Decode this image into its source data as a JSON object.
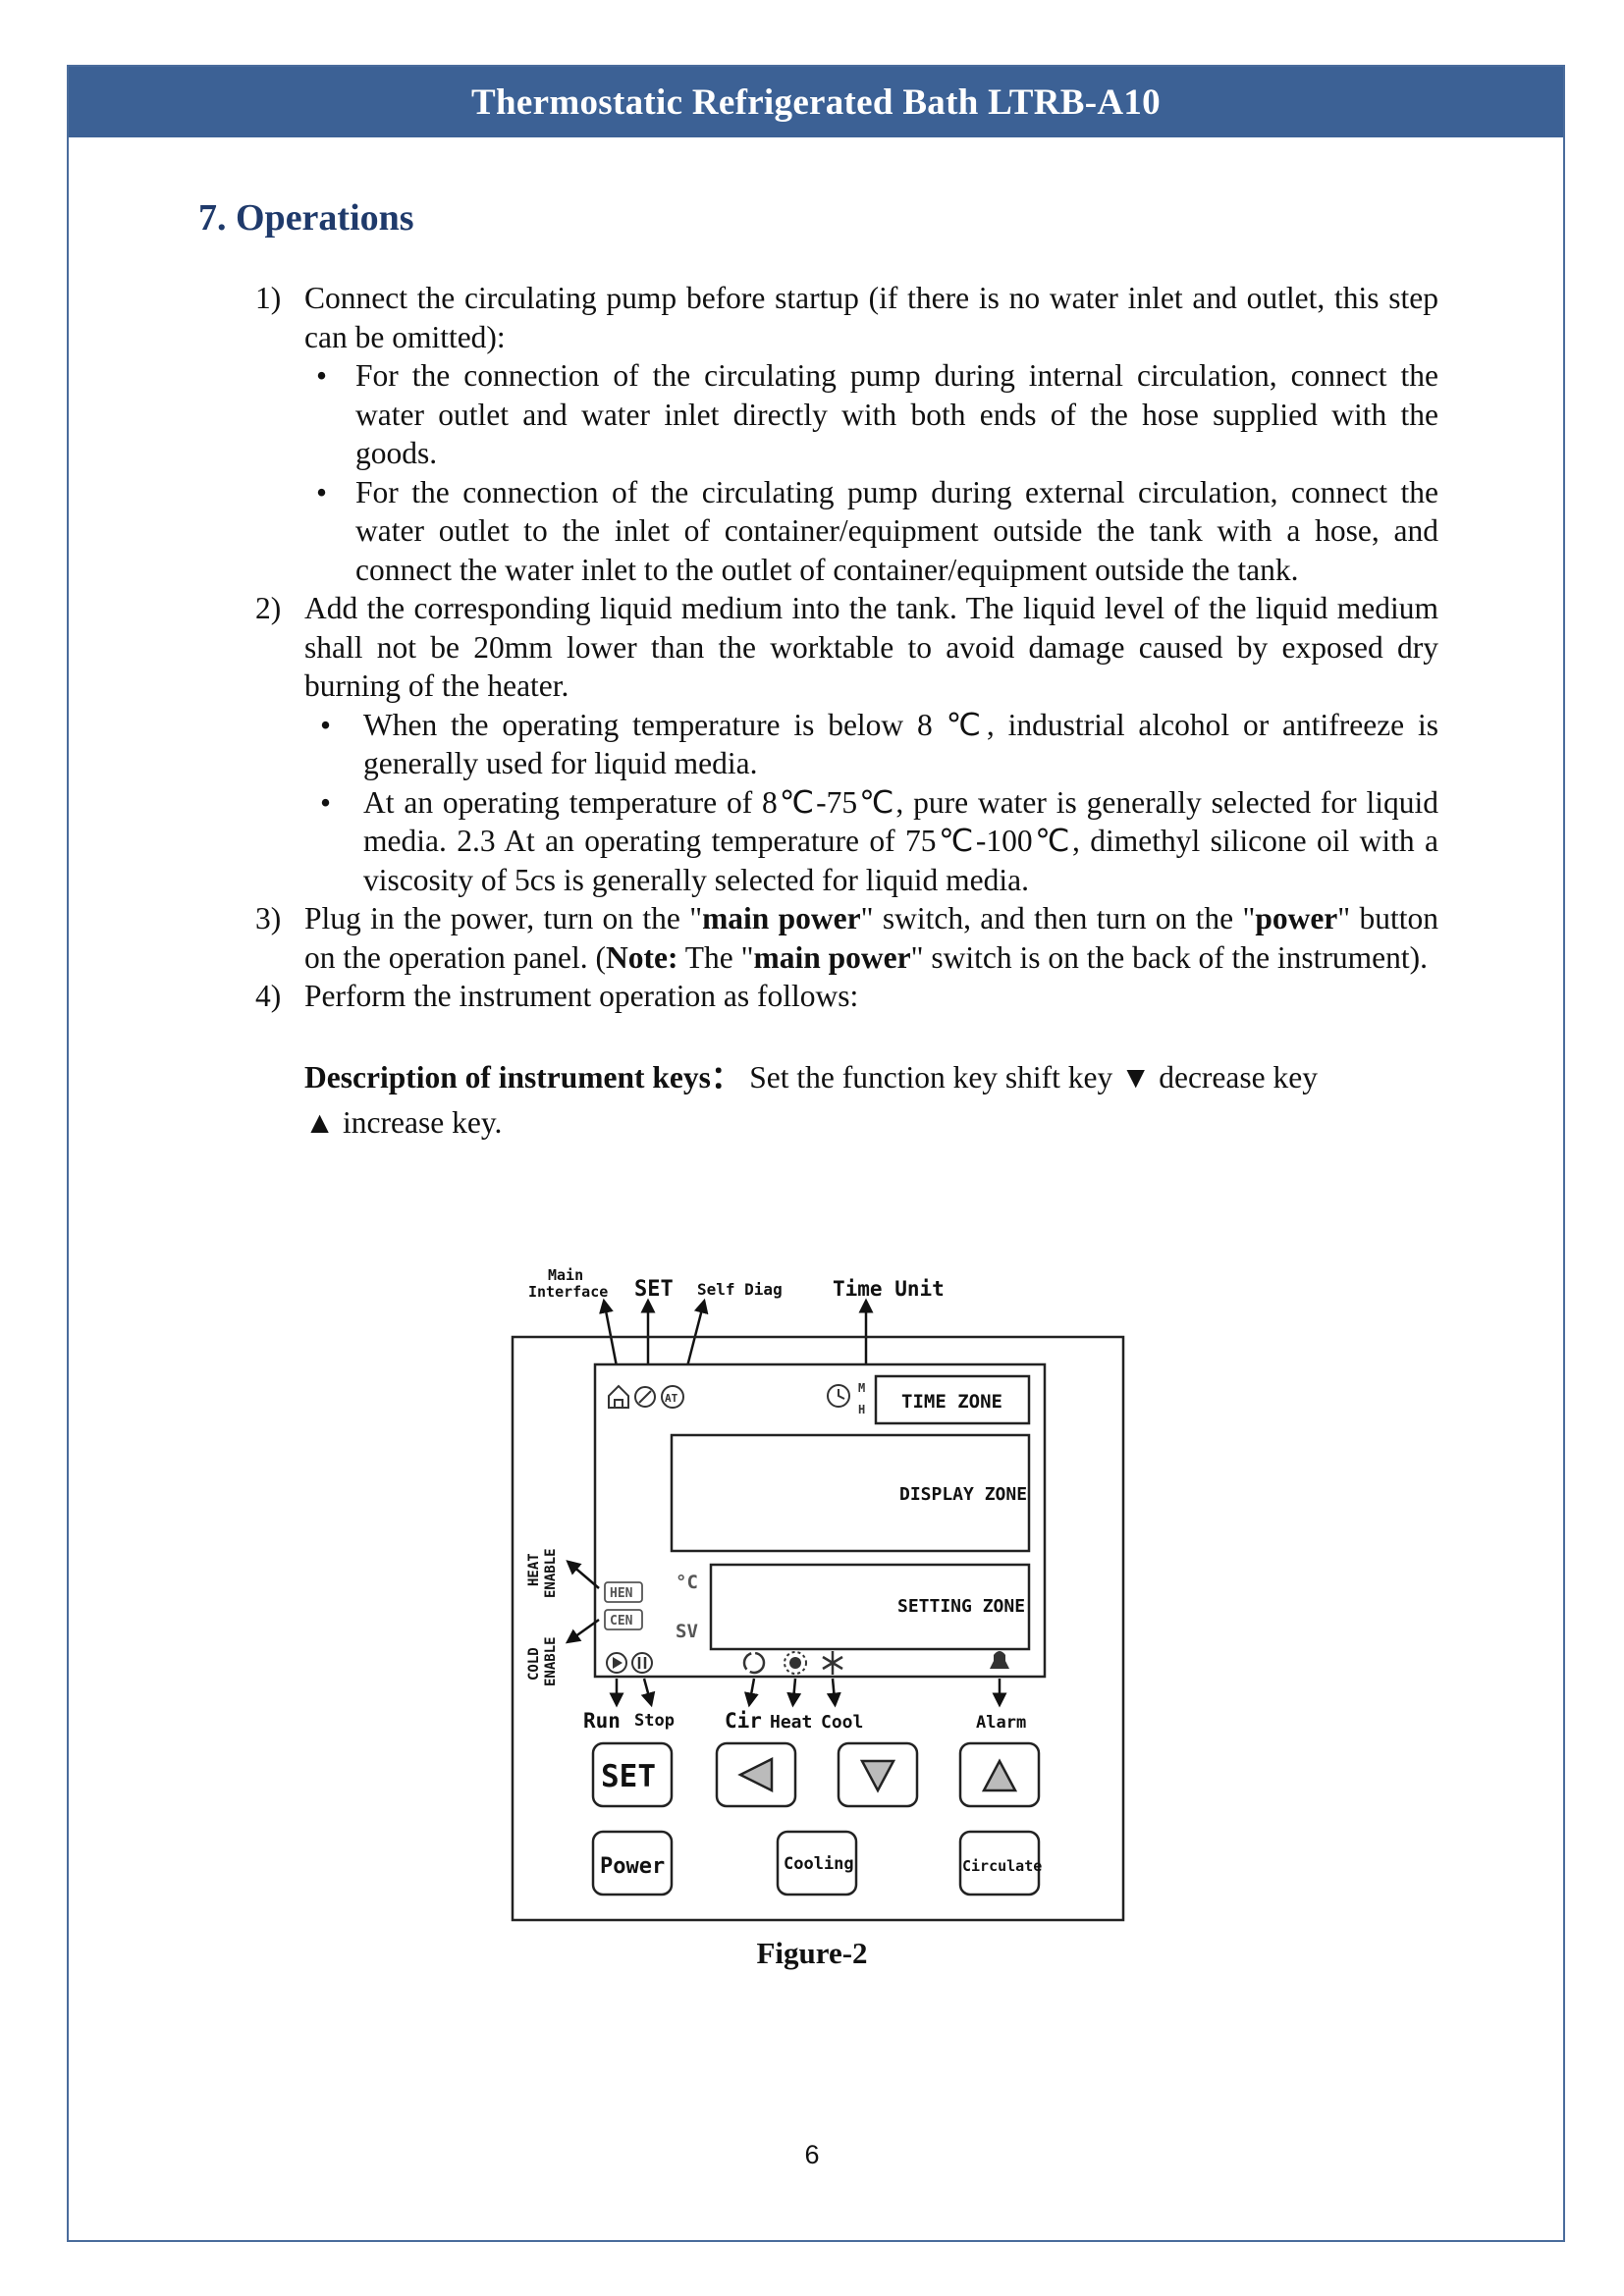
{
  "header": {
    "title": "Thermostatic Refrigerated Bath LTRB-A10"
  },
  "section": {
    "title": "7.  Operations"
  },
  "steps": [
    {
      "num": "1)",
      "text": "Connect the circulating pump before startup (if there is no water inlet and outlet, this step can be omitted):",
      "bullets": [
        "For the connection of the circulating pump during internal circulation, connect the water outlet and water inlet directly with both ends of the hose supplied with the goods.",
        "For the connection of the circulating pump during external circulation, connect the water outlet to the inlet of container/equipment outside the tank with a hose, and connect the water inlet to the outlet of container/equipment outside the tank."
      ]
    },
    {
      "num": "2)",
      "text": "Add the corresponding liquid medium into the tank. The liquid level of the liquid medium shall not be 20mm lower than the worktable to avoid damage caused by exposed dry burning of the heater.",
      "bullets": [
        "When the operating temperature is below 8 ℃, industrial alcohol or antifreeze is generally used for liquid media.",
        "At an operating temperature of 8℃-75℃, pure water is generally selected for liquid media. 2.3 At an operating temperature of 75℃-100℃, dimethyl silicone oil with a viscosity of 5cs is generally selected for liquid media."
      ]
    },
    {
      "num": "3)",
      "t1": "Plug in the power, turn on the \"",
      "b1": "main power",
      "t2": "\" switch, and then turn on the \"",
      "b2": "power",
      "t3": "\" button on the operation panel. (",
      "b3": "Note:",
      "t4": " The \"",
      "b4": "main power",
      "t5": "\" switch is on the back of the instrument)."
    },
    {
      "num": "4)",
      "text": "Perform the instrument operation as follows:"
    }
  ],
  "keys": {
    "label": "Description of instrument keys：",
    "text": "  Set the function key shift key ▼ decrease key",
    "text2": "▲ increase key."
  },
  "bullet_glyph": "•",
  "figure": {
    "top_labels": {
      "main": "Main",
      "interface": "Interface",
      "set": "SET",
      "self_diag": "Self Diag",
      "time_unit": "Time Unit"
    },
    "unit_m": "M",
    "unit_h": "H",
    "at": "AT",
    "time_zone": "TIME ZONE",
    "display_zone": "DISPLAY ZONE",
    "setting_zone": "SETTING ZONE",
    "celsius": "°C",
    "sv": "SV",
    "hen": "HEN",
    "cen": "CEN",
    "heat": "HEAT",
    "enable": "ENABLE",
    "cold": "COLD",
    "bottom_labels": {
      "run": "Run",
      "stop": "Stop",
      "cir": "Cir",
      "heat": "Heat",
      "cool": "Cool",
      "alarm": "Alarm"
    },
    "buttons": {
      "set": "SET",
      "power": "Power",
      "cooling": "Cooling",
      "circulate": "Circulate"
    }
  },
  "caption": "Figure-2",
  "page_number": "6"
}
